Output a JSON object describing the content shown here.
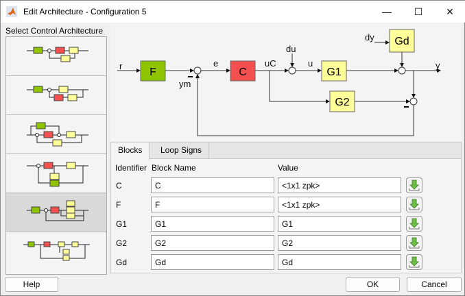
{
  "window": {
    "title": "Edit Architecture - Configuration 5",
    "minimize": "—",
    "maximize": "☐",
    "close": "✕"
  },
  "sidebar": {
    "label": "Select Control Architecture",
    "selected_index": 4,
    "count": 6
  },
  "diagram": {
    "labels": {
      "r": "r",
      "e": "e",
      "uC": "uC",
      "du": "du",
      "u": "u",
      "dy": "dy",
      "y": "y",
      "ym": "ym"
    },
    "blocks": {
      "F": "F",
      "C": "C",
      "G1": "G1",
      "G2": "G2",
      "Gd": "Gd"
    },
    "colors": {
      "F": "#8fc400",
      "C": "#f45050",
      "G": "#ffff99"
    }
  },
  "tabs": [
    {
      "label": "Blocks",
      "active": true
    },
    {
      "label": "Loop Signs",
      "active": false
    }
  ],
  "table": {
    "columns": [
      "Identifier",
      "Block Name",
      "Value"
    ],
    "rows": [
      {
        "id": "C",
        "name": "C",
        "value": "<1x1 zpk>"
      },
      {
        "id": "F",
        "name": "F",
        "value": "<1x1 zpk>"
      },
      {
        "id": "G1",
        "name": "G1",
        "value": "G1"
      },
      {
        "id": "G2",
        "name": "G2",
        "value": "G2"
      },
      {
        "id": "Gd",
        "name": "Gd",
        "value": "Gd"
      }
    ]
  },
  "buttons": {
    "help": "Help",
    "ok": "OK",
    "cancel": "Cancel"
  }
}
